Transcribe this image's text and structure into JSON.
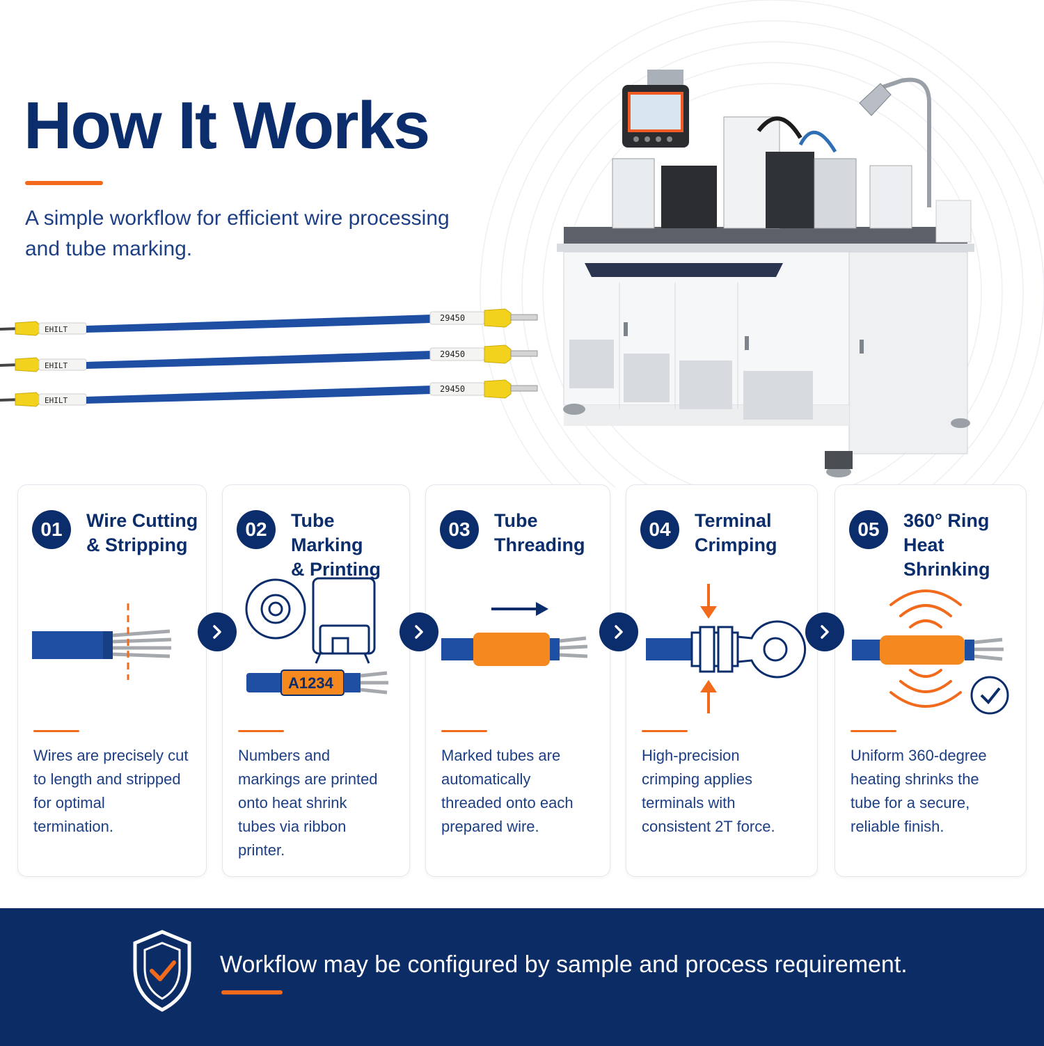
{
  "hero": {
    "title": "How It Works",
    "subtitle": "A simple workflow for efficient wire processing and tube marking."
  },
  "wires": {
    "end_label": "29450",
    "start_label": "EHILT"
  },
  "steps": [
    {
      "number": "01",
      "title": "Wire Cutting\n& Stripping",
      "description": "Wires are precisely cut\nto length and stripped\nfor optimal\ntermination."
    },
    {
      "number": "02",
      "title": "Tube Marking\n& Printing",
      "description": "Numbers and\nmarkings are printed\nonto heat shrink\ntubes via ribbon\nprinter.",
      "tube_label": "A1234"
    },
    {
      "number": "03",
      "title": "Tube\nThreading",
      "description": "Marked tubes are\nautomatically\nthreaded onto each\nprepared wire."
    },
    {
      "number": "04",
      "title": "Terminal\nCrimping",
      "description": "High-precision\ncrimping applies\nterminals with\nconsistent 2T force."
    },
    {
      "number": "05",
      "title": "360° Ring\nHeat Shrinking",
      "description": "Uniform 360-degree\nheating shrinks the\ntube for a secure,\nreliable finish."
    }
  ],
  "footer": {
    "text": "Workflow may be configured by sample and process requirement."
  },
  "colors": {
    "navy": "#0b2d6b",
    "orange": "#f26a1b",
    "wire_blue": "#1f4fa3",
    "footer_bg": "#0c2c66"
  },
  "icons": [
    "chevron-right-icon",
    "shield-check-icon",
    "check-circle-icon"
  ]
}
